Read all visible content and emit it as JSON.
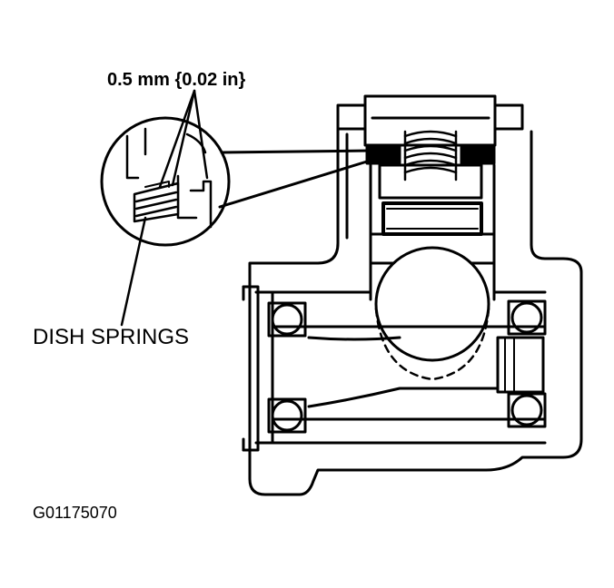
{
  "labels": {
    "dimension": "0.5 mm {0.02 in}",
    "part": "DISH SPRINGS",
    "figure_code": "G01175070"
  },
  "colors": {
    "ink": "#000000",
    "paper": "#ffffff"
  }
}
